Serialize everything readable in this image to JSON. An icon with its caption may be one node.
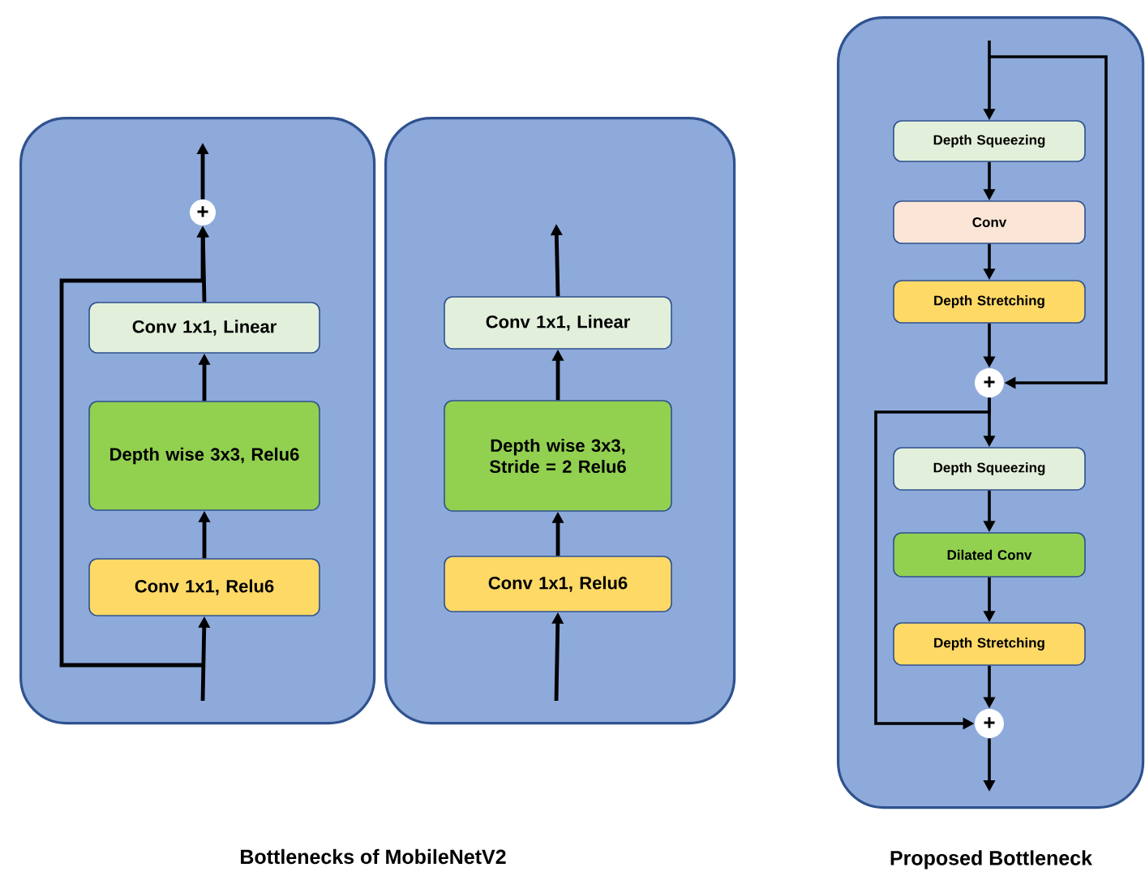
{
  "diagram": {
    "nodes": [
      {
        "text": [],
        "shape": "box"
      },
      {
        "text": [],
        "shape": "box"
      },
      {
        "text": [],
        "shape": "box"
      },
      {
        "text": [
          "Conv 1x1, Relu6"
        ],
        "in": 0
      },
      {
        "text": [
          "Depth wise 3x3, Relu6"
        ],
        "in": 0
      },
      {
        "text": [
          "Conv 1x1, Linear"
        ],
        "in": 0
      },
      {
        "text": [
          "+"
        ],
        "in": 0
      },
      {
        "text": [
          "Conv 1x1, Relu6"
        ],
        "in": 1
      },
      {
        "text": [
          "Depth wise 3x3, Stride = 2 Relu6"
        ],
        "in": 1
      },
      {
        "text": [
          "Conv 1x1, Linear"
        ],
        "in": 1
      },
      {
        "text": [
          "Depth Squeezing"
        ],
        "in": 2
      },
      {
        "text": [
          "Conv"
        ],
        "in": 2
      },
      {
        "text": [
          "Depth Stretching"
        ],
        "in": 2
      },
      {
        "text": [
          "+"
        ],
        "in": 2
      },
      {
        "text": [
          "Depth Squeezing"
        ],
        "in": 2
      },
      {
        "text": [
          "Dilated Conv"
        ],
        "in": 2
      },
      {
        "text": [
          "Depth Stretching"
        ],
        "in": 2
      },
      {
        "text": [
          "+"
        ],
        "in": 2
      }
    ],
    "edges": [
      {
        "from": null,
        "to": 3,
        "arrow": "to"
      },
      {
        "from": 3,
        "to": 4,
        "arrow": "to"
      },
      {
        "from": 4,
        "to": 5,
        "arrow": "to"
      },
      {
        "from": 5,
        "to": 6,
        "arrow": "to"
      },
      {
        "from": 6,
        "to": null,
        "arrow": "to"
      },
      {
        "from": null,
        "to": 6,
        "arrow": "to"
      },
      {
        "from": null,
        "to": 7,
        "arrow": "to"
      },
      {
        "from": 7,
        "to": 8,
        "arrow": "to"
      },
      {
        "from": 8,
        "to": 9,
        "arrow": "to"
      },
      {
        "from": 9,
        "to": null,
        "arrow": "to"
      },
      {
        "from": null,
        "to": 10,
        "arrow": "to"
      },
      {
        "from": 10,
        "to": 11,
        "arrow": "to"
      },
      {
        "from": 11,
        "to": 12,
        "arrow": "to"
      },
      {
        "from": 12,
        "to": 13,
        "arrow": "to"
      },
      {
        "from": null,
        "to": 13,
        "arrow": "to"
      },
      {
        "from": 13,
        "to": 14,
        "arrow": "to"
      },
      {
        "from": 13,
        "to": 17,
        "arrow": "to"
      },
      {
        "from": 14,
        "to": 15,
        "arrow": "to"
      },
      {
        "from": 15,
        "to": 16,
        "arrow": "to"
      },
      {
        "from": 16,
        "to": 17,
        "arrow": "to"
      },
      {
        "from": 17,
        "to": null,
        "arrow": "to"
      }
    ],
    "labels": [
      "Bottlenecks of MobileNetV2",
      "Proposed Bottleneck"
    ]
  }
}
